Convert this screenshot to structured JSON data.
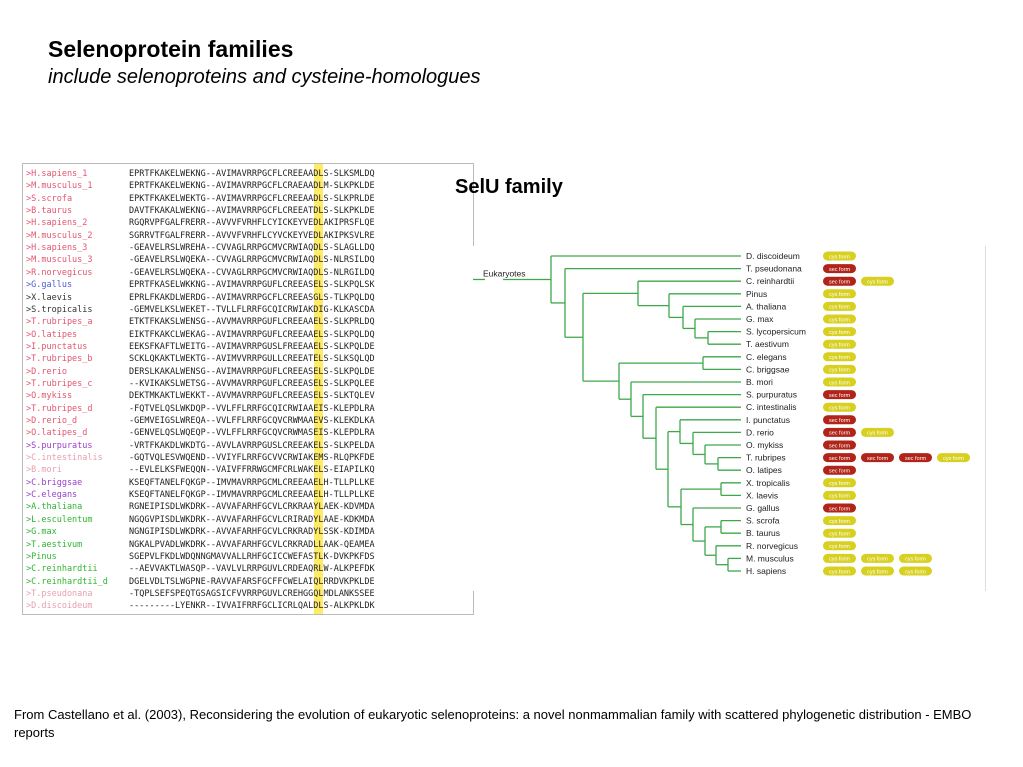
{
  "title": "Selenoprotein families",
  "subtitle": "include selenoproteins and cysteine-homologues",
  "alignment": {
    "rows": [
      {
        "name": ">H.sapiens_1",
        "seq": "EPRTFKAKELWEKNG--AVIMAVRRPGCFLCREEAADLS-SLKSMLDQ",
        "color": "#e2566e"
      },
      {
        "name": ">M.musculus_1",
        "seq": "EPRTFKAKELWEKNG--AVIMAVRRPGCFLCRAEAADLM-SLKPKLDE",
        "color": "#e2566e"
      },
      {
        "name": ">S.scrofa",
        "seq": "EPKTFKAKELWEKTG--AVIMAVRRPGCFLCREEAADLS-SLKPRLDE",
        "color": "#e2566e"
      },
      {
        "name": ">B.taurus",
        "seq": "DAVTFKAKALWEKNG--AVIMAVRRPGCFLCREEATDLS-SLKPKLDE",
        "color": "#e2566e"
      },
      {
        "name": ">H.sapiens_2",
        "seq": "RGQRVPFGALFRERR--AVVVFVRHFLCYICKEYVEDLAKIPRSFLQE",
        "color": "#e2566e"
      },
      {
        "name": ">M.musculus_2",
        "seq": "SGRRVTFGALFRERR--AVVVFVRHFLCYVCKEYVEDLAKIPKSVLRE",
        "color": "#e2566e"
      },
      {
        "name": ">H.sapiens_3",
        "seq": "-GEAVELRSLWREHA--CVVAGLRRPGCMVCRWIAQDLS-SLAGLLDQ",
        "color": "#e2566e"
      },
      {
        "name": ">M.musculus_3",
        "seq": "-GEAVELRSLWQEKA--CVVAGLRRPGCMVCRWIAQDLS-NLRSILDQ",
        "color": "#e2566e"
      },
      {
        "name": ">R.norvegicus",
        "seq": "-GEAVELRSLWQEKA--CVVAGLRRPGCMVCRWIAQDLS-NLRGILDQ",
        "color": "#e2566e"
      },
      {
        "name": ">G.gallus",
        "seq": "EPRTFKASELWKKNG--AVIMAVRRPGUFLCREEASELS-SLKPQLSK",
        "color": "#4a5bd6"
      },
      {
        "name": ">X.laevis",
        "seq": "EPRLFKAKDLWERDG--AVIMAVRRPGCFLCREEASGLS-TLKPQLDQ",
        "color": "#333333"
      },
      {
        "name": ">S.tropicalis",
        "seq": "-GEMVELKSLWEKET--TVLLFLRRFGCQICRWIAKDIG-KLKASCDA",
        "color": "#333333"
      },
      {
        "name": ">T.rubripes_a",
        "seq": "ETKTFKAKSLWENSG--AVVMAVRRPGUFLCREEAAELS-SLKPRLDQ",
        "color": "#e2566e"
      },
      {
        "name": ">O.latipes",
        "seq": "EIKTFKAKCLWEKAG--AVIMAVRRPGUFLCREEAAELS-SLKPQLDQ",
        "color": "#e2566e"
      },
      {
        "name": ">I.punctatus",
        "seq": "EEKSFKAFTLWEITG--AVIMAVRRPGUSLFREEAAELS-SLKPQLDE",
        "color": "#e2566e"
      },
      {
        "name": ">T.rubripes_b",
        "seq": "SCKLQKAKTLWEKTG--AVIMVVRRPGULLCREEATELS-SLKSQLQD",
        "color": "#e2566e"
      },
      {
        "name": ">D.rerio",
        "seq": "DERSLKAKALWENSG--AVIMAVRRPGUFLCREEASELS-SLKPQLDE",
        "color": "#e2566e"
      },
      {
        "name": ">T.rubripes_c",
        "seq": "--KVIKAKSLWETSG--AVVMAVRRPGUFLCREEASELS-SLKPQLEE",
        "color": "#e2566e"
      },
      {
        "name": ">O.mykiss",
        "seq": "DEKTMKAKTLWEKKT--AVVMAVRRPGUFLCREEASELS-SLKTQLEV",
        "color": "#e2566e"
      },
      {
        "name": ">T.rubripes_d",
        "seq": "-FQTVELQSLWKDQP--VVLFFLRRFGCQICRWIAAEIS-KLEPDLRA",
        "color": "#e2566e"
      },
      {
        "name": ">D.rerio_d",
        "seq": "-GEMVEIGSLWREQA--VVLFFLRRFGCQVCRWMAAEVS-KLEKDLKA",
        "color": "#e2566e"
      },
      {
        "name": ">O.latipes_d",
        "seq": "-GENVELQSLWQEQP--VVLFFLRRFGCQVCRWMASEIS-KLEPDLRA",
        "color": "#e2566e"
      },
      {
        "name": ">S.purpuratus",
        "seq": "-VRTFKAKDLWKDTG--AVVLAVRRPGUSLCREEAKELS-SLKPELDA",
        "color": "#9a3fc9"
      },
      {
        "name": ">C.intestinalis",
        "seq": "-GQTVQLESVWQEND--VVIYFLRRFGCVVCRWIAKEMS-RLQPKFDE",
        "color": "#e8a0b0"
      },
      {
        "name": ">B.mori",
        "seq": "--EVLELKSFWEQQN--VAIVFFRRWGCMFCRLWAKELS-EIAPILKQ",
        "color": "#e8a0b0"
      },
      {
        "name": ">C.briggsae",
        "seq": "KSEQFTANELFQKGP--IMVMAVRRPGCMLCREEAAELH-TLLPLLKE",
        "color": "#9a3fc9"
      },
      {
        "name": ">C.elegans",
        "seq": "KSEQFTANELFQKGP--IMVMAVRRPGCMLCREEAAELH-TLLPLLKE",
        "color": "#9a3fc9"
      },
      {
        "name": ">A.thaliana",
        "seq": "RGNEIPISDLWKDRK--AVVAFARHFGCVLCRKRAAYLAEK-KDVMDA",
        "color": "#2fb52f"
      },
      {
        "name": ">L.esculentum",
        "seq": "NGQGVPISDLWKDRK--AVVAFARHFGCVLCRIRADYLAAE-KDKMDA",
        "color": "#2fb52f"
      },
      {
        "name": ">G.max",
        "seq": "NGNGIPISDLWKDRK--AVVAFARHFGCVLCRKRADYLSSK-KDIMDA",
        "color": "#2fb52f"
      },
      {
        "name": ">T.aestivum",
        "seq": "NGKALPVADLWKDRK--AVVAFARHFGCVLCRKRADLLAAK-QEAMEA",
        "color": "#2fb52f"
      },
      {
        "name": ">Pinus",
        "seq": "SGEPVLFKDLWDQNNGMAVVALLRHFGCICCWEFASTLK-DVKPKFDS",
        "color": "#2fb52f"
      },
      {
        "name": ">C.reinhardtii",
        "seq": "--AEVVAKTLWASQP--VAVLVLRRPGUVLCRDEAQRLW-ALKPEFDK",
        "color": "#2fb52f"
      },
      {
        "name": ">C.reinhardtii_d",
        "seq": "DGELVDLTSLWGPNE-RAVVAFARSFGCFFCWELAIQLRRDVKPKLDE",
        "color": "#2fb52f"
      },
      {
        "name": ">T.pseudonana",
        "seq": "-TQPLSEFSPEQTGSAGSICFVVRRPGUVLCREHGGQLMDLANKSSEE",
        "color": "#e8a0b0"
      },
      {
        "name": ">D.discoideum",
        "seq": "---------LYENKR--IVVAIFRRFGCLICRLQALDLS-ALKPKLDK",
        "color": "#e8a0b0"
      }
    ]
  },
  "selu_family_label": "SelU family",
  "tree": {
    "root_label": "Eukaryotes",
    "taxa": [
      {
        "name": "D. discoideum",
        "badges": [
          "cys form"
        ]
      },
      {
        "name": "T. pseudonana",
        "badges": [
          "sec form"
        ]
      },
      {
        "name": "C. reinhardtii",
        "badges": [
          "sec form",
          "cys form"
        ]
      },
      {
        "name": "Pinus",
        "badges": [
          "cys form"
        ]
      },
      {
        "name": "A. thaliana",
        "badges": [
          "cys form"
        ]
      },
      {
        "name": "G. max",
        "badges": [
          "cys form"
        ]
      },
      {
        "name": "S. lycopersicum",
        "badges": [
          "cys form"
        ]
      },
      {
        "name": "T. aestivum",
        "badges": [
          "cys form"
        ]
      },
      {
        "name": "C. elegans",
        "badges": [
          "cys form"
        ]
      },
      {
        "name": "C. briggsae",
        "badges": [
          "cys form"
        ]
      },
      {
        "name": "B. mori",
        "badges": [
          "cys form"
        ]
      },
      {
        "name": "S. purpuratus",
        "badges": [
          "sec form"
        ]
      },
      {
        "name": "C. intestinalis",
        "badges": [
          "cys form"
        ]
      },
      {
        "name": "I. punctatus",
        "badges": [
          "sec form"
        ]
      },
      {
        "name": "D. rerio",
        "badges": [
          "sec form",
          "cys form"
        ]
      },
      {
        "name": "O. mykiss",
        "badges": [
          "sec form"
        ]
      },
      {
        "name": "T. rubripes",
        "badges": [
          "sec form",
          "sec form",
          "sec form",
          "cys form"
        ]
      },
      {
        "name": "O. latipes",
        "badges": [
          "sec form"
        ]
      },
      {
        "name": "X. tropicalis",
        "badges": [
          "cys form"
        ]
      },
      {
        "name": "X. laevis",
        "badges": [
          "cys form"
        ]
      },
      {
        "name": "G. gallus",
        "badges": [
          "sec form"
        ]
      },
      {
        "name": "S. scrofa",
        "badges": [
          "cys form"
        ]
      },
      {
        "name": "B. taurus",
        "badges": [
          "cys form"
        ]
      },
      {
        "name": "R. norvegicus",
        "badges": [
          "cys form"
        ]
      },
      {
        "name": "M. musculus",
        "badges": [
          "cys form",
          "cys form",
          "cys form"
        ]
      },
      {
        "name": "H. sapiens",
        "badges": [
          "cys form",
          "cys form",
          "cys form"
        ]
      }
    ],
    "colors": {
      "line": "#3da84a",
      "sec": "#b0241a",
      "cys": "#d8d020"
    }
  },
  "footnote": "From Castellano et al. (2003), Reconsidering the evolution of eukaryotic selenoproteins: a novel nonmammalian family with scattered phylogenetic distribution - EMBO reports"
}
